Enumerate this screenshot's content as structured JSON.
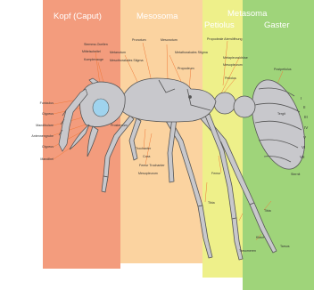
{
  "colors": {
    "head_band": "#f39c7d",
    "mesosoma_band": "#fbd3a0",
    "petiolus_band": "#eef08a",
    "gaster_band": "#9fd47a",
    "body_fill": "#c8c8cc",
    "body_stroke": "#555555",
    "eye": "#9fd3ee",
    "leader_line": "#f07a3a"
  },
  "zones": {
    "head": "Kopf (Caput)",
    "mesosoma": "Mesosoma",
    "metasoma": "Metasoma",
    "petiolus": "Petiolus",
    "gaster": "Gaster"
  },
  "labels": {
    "head": [
      "Stemma-Ocellen",
      "Mittelscheitel",
      "Komplexauge",
      "Funiculus",
      "Clypeus",
      "Mandibulare",
      "Antennengrube",
      "Clypeus",
      "Mandibel"
    ],
    "mesosoma": [
      "Pronotum",
      "Mesonotum",
      "Metanotum",
      "Mesothorakales Stigma",
      "Metathorakales Stigma",
      "Propodeum",
      "Prosternum",
      "Trochanter",
      "Coxa",
      "Femur Trochanter",
      "Mesopleurum"
    ],
    "metasoma": [
      "Propodeale Atemöffnung",
      "Metapleuraldrüse",
      "Mesopleurum",
      "Petiolus",
      "Postpetiolus"
    ],
    "gaster": [
      "Tergit",
      "Sternit",
      "Tibia",
      "Tibia",
      "Femur",
      "Tarsus",
      "Tarsomeren",
      "Klaue"
    ],
    "roman": [
      "I",
      "II",
      "III",
      "IV",
      "V",
      "VI",
      "VII"
    ]
  }
}
